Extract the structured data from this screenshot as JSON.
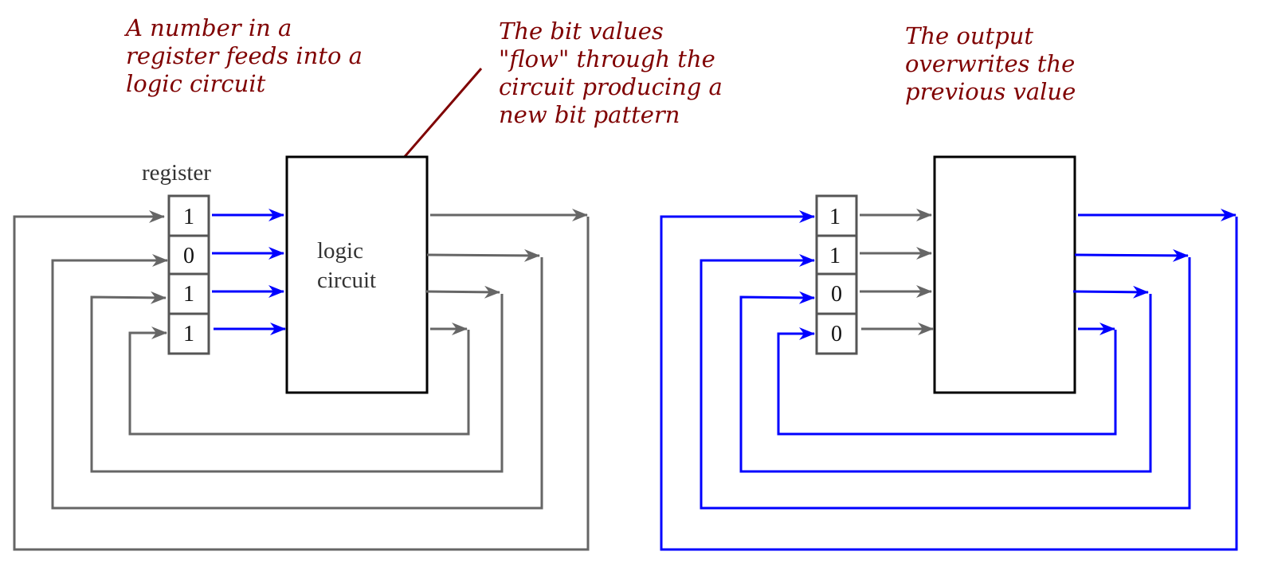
{
  "colors": {
    "annotation": "#7f0000",
    "wire_inactive": "#666666",
    "wire_active": "#0000ff",
    "box": "#000000",
    "cell_border": "#555555",
    "label_text": "#333333"
  },
  "annotations": {
    "left": "A number in a\nregister feeds into a\nlogic circuit",
    "middle": "The bit values\n\"flow\" through the\ncircuit producing a\nnew bit pattern",
    "right": "The output\noverwrites the\nprevious value"
  },
  "left_panel": {
    "register_label": "register",
    "circuit_label_line1": "logic",
    "circuit_label_line2": "circuit",
    "register_bits": [
      "1",
      "0",
      "1",
      "1"
    ],
    "input_wires_state": "active",
    "feedback_wires_state": "inactive"
  },
  "right_panel": {
    "register_bits": [
      "1",
      "1",
      "0",
      "0"
    ],
    "input_wires_state": "inactive",
    "feedback_wires_state": "active"
  }
}
